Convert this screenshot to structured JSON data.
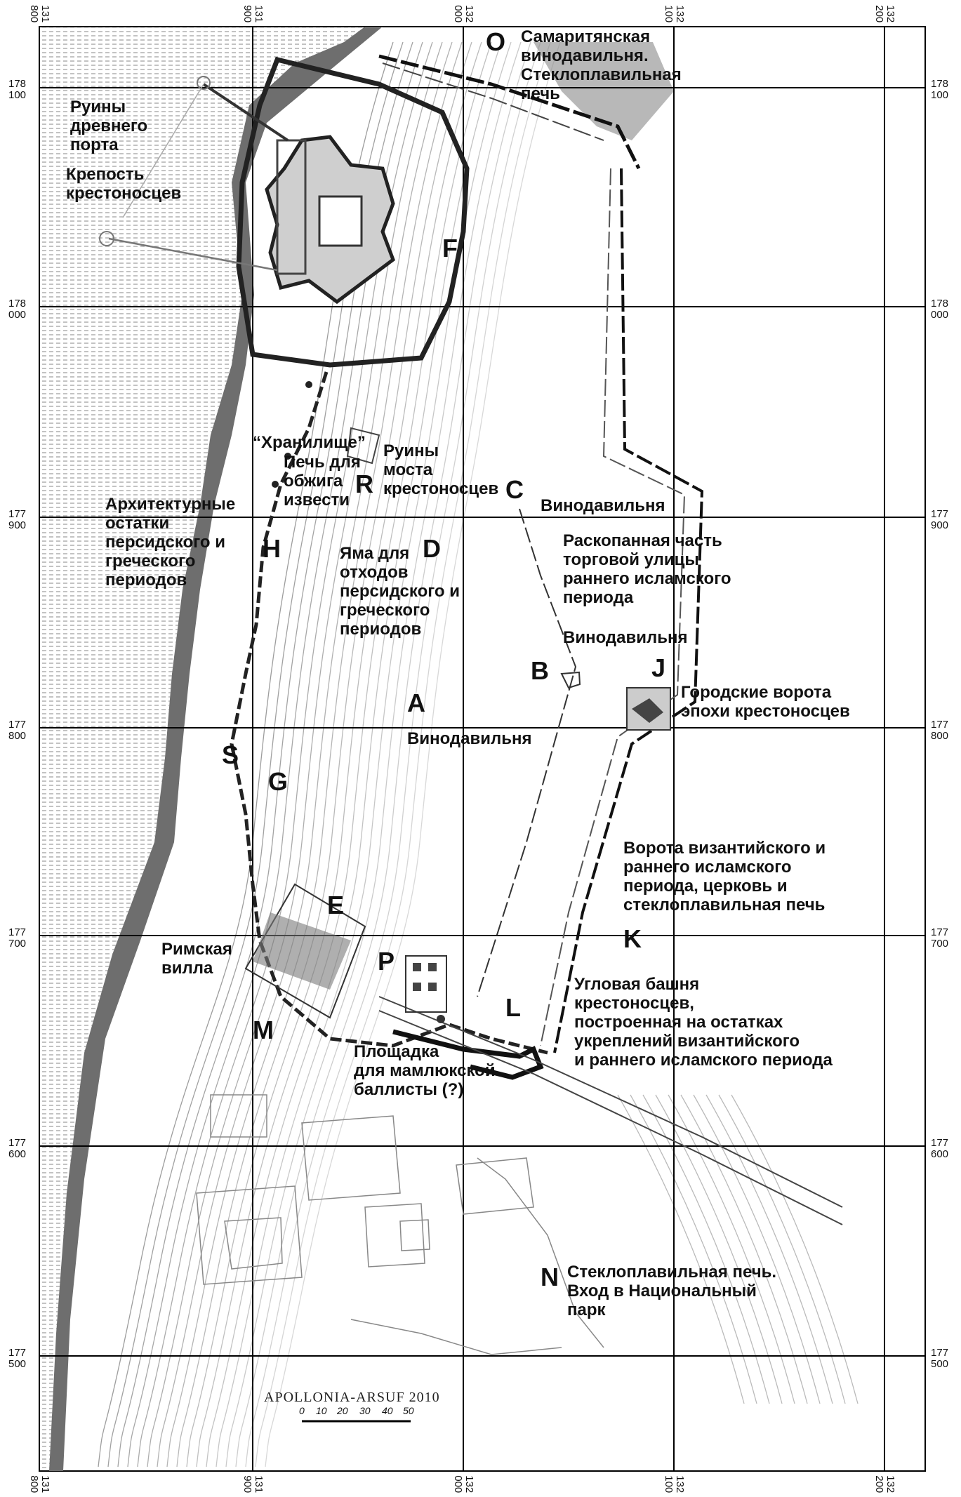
{
  "map": {
    "caption": "APOLLONIA-ARSUF 2010",
    "scale_ticks": [
      "0",
      "10",
      "20",
      "30",
      "40",
      "50"
    ],
    "colors": {
      "sea_hatch": "#8a8a8a",
      "coast": "#555555",
      "wall": "#222222",
      "grid": "#000000",
      "contour": "#8c8c8c"
    },
    "grid_x_labels": [
      [
        "131",
        "800"
      ],
      [
        "131",
        "900"
      ],
      [
        "132",
        "000"
      ],
      [
        "132",
        "100"
      ],
      [
        "132",
        "200"
      ]
    ],
    "grid_y_labels": [
      [
        "178",
        "100"
      ],
      [
        "178",
        "000"
      ],
      [
        "177",
        "900"
      ],
      [
        "177",
        "800"
      ],
      [
        "177",
        "700"
      ],
      [
        "177",
        "600"
      ],
      [
        "177",
        "500"
      ]
    ]
  },
  "sites": {
    "O": {
      "letter": "O",
      "text": [
        "Самаритянская",
        "винодавильня.",
        "Стеклоплавильная",
        "печь"
      ]
    },
    "port": {
      "text": [
        "Руины",
        "древнего",
        "порта"
      ]
    },
    "fortress": {
      "text": [
        "Крепость",
        "крестоносцев"
      ]
    },
    "F": {
      "letter": "F"
    },
    "storage": {
      "text": [
        "“Хранилище”"
      ]
    },
    "kiln": {
      "text": [
        "Печь для",
        "обжига",
        "извести"
      ]
    },
    "R": {
      "letter": "R"
    },
    "bridge": {
      "text": [
        "Руины",
        "моста",
        "крестоносцев"
      ]
    },
    "C": {
      "letter": "C"
    },
    "winepress_c": {
      "text": [
        "Винодавильня"
      ]
    },
    "arch": {
      "text": [
        "Архитектурные",
        "остатки",
        "персидского и",
        "греческого",
        "периодов"
      ]
    },
    "H": {
      "letter": "H"
    },
    "D": {
      "letter": "D"
    },
    "pit": {
      "text": [
        "Яма для",
        "отходов",
        "персидского и",
        "греческого",
        "периодов"
      ]
    },
    "street": {
      "text": [
        "Раскопанная часть",
        "торговой улицы",
        "раннего исламского",
        "периода"
      ]
    },
    "winepress_b": {
      "text": [
        "Винодавильня"
      ]
    },
    "B": {
      "letter": "B"
    },
    "J": {
      "letter": "J"
    },
    "gate": {
      "text": [
        "Городские ворота",
        "эпохи крестоносцев"
      ]
    },
    "A": {
      "letter": "A"
    },
    "winepress_a": {
      "text": [
        "Винодавильня"
      ]
    },
    "S": {
      "letter": "S"
    },
    "G": {
      "letter": "G"
    },
    "byz_gate": {
      "text": [
        "Ворота византийского и",
        "раннего исламского",
        "периода, церковь и",
        "стеклоплавильная печь"
      ]
    },
    "K": {
      "letter": "K"
    },
    "E": {
      "letter": "E"
    },
    "villa": {
      "text": [
        "Римская",
        "вилла"
      ]
    },
    "P": {
      "letter": "P"
    },
    "tower": {
      "text": [
        "Угловая башня",
        "крестоносцев,",
        "построенная на остатках",
        "укреплений византийского",
        "и раннего исламского периода"
      ]
    },
    "L": {
      "letter": "L"
    },
    "M": {
      "letter": "M"
    },
    "ballista": {
      "text": [
        "Площадка",
        "для мамлюкской",
        "баллисты (?)"
      ]
    },
    "N": {
      "letter": "N"
    },
    "entrance": {
      "text": [
        "Стеклоплавильная печь.",
        "Вход в Национальный",
        "парк"
      ]
    }
  }
}
